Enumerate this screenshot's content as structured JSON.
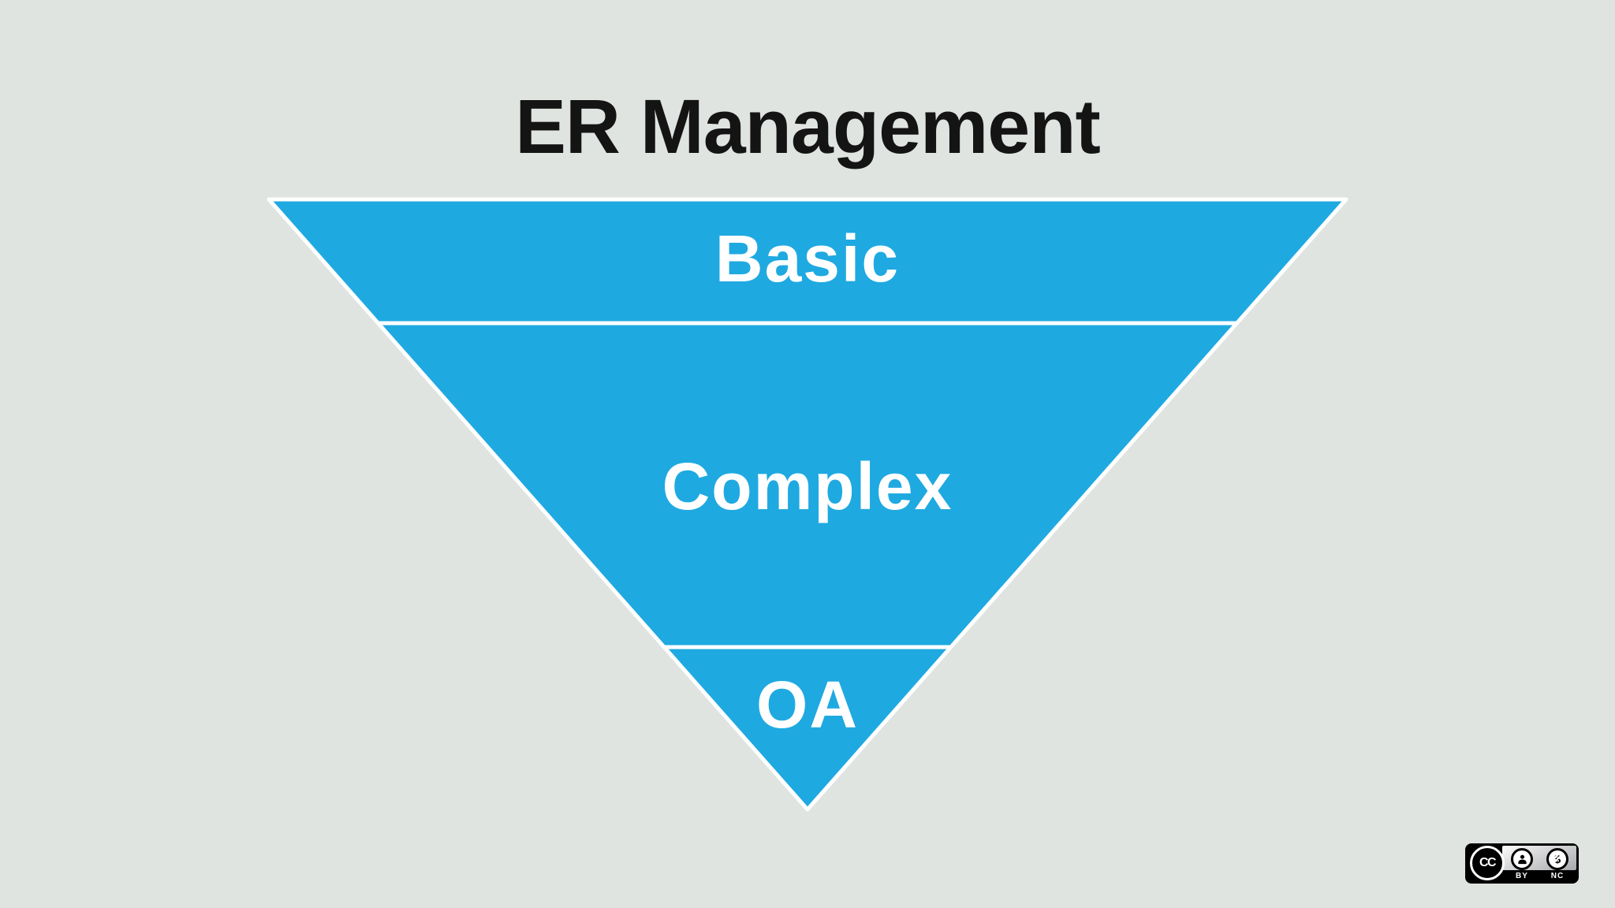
{
  "slide": {
    "title": "ER Management",
    "background_color": "#E0E4E1",
    "title_color": "#141414"
  },
  "funnel": {
    "diagram_type": "inverted-pyramid",
    "fill_color": "#1FA9E1",
    "outline_color": "#FFFFFF",
    "label_color": "#FFFFFF",
    "levels": [
      {
        "label": "Basic"
      },
      {
        "label": "Complex"
      },
      {
        "label": "OA"
      }
    ]
  },
  "license_badge": {
    "license": "CC BY-NC",
    "cc_logo_text": "CC",
    "by_label": "BY",
    "nc_label": "NC",
    "nc_symbol": "$"
  }
}
